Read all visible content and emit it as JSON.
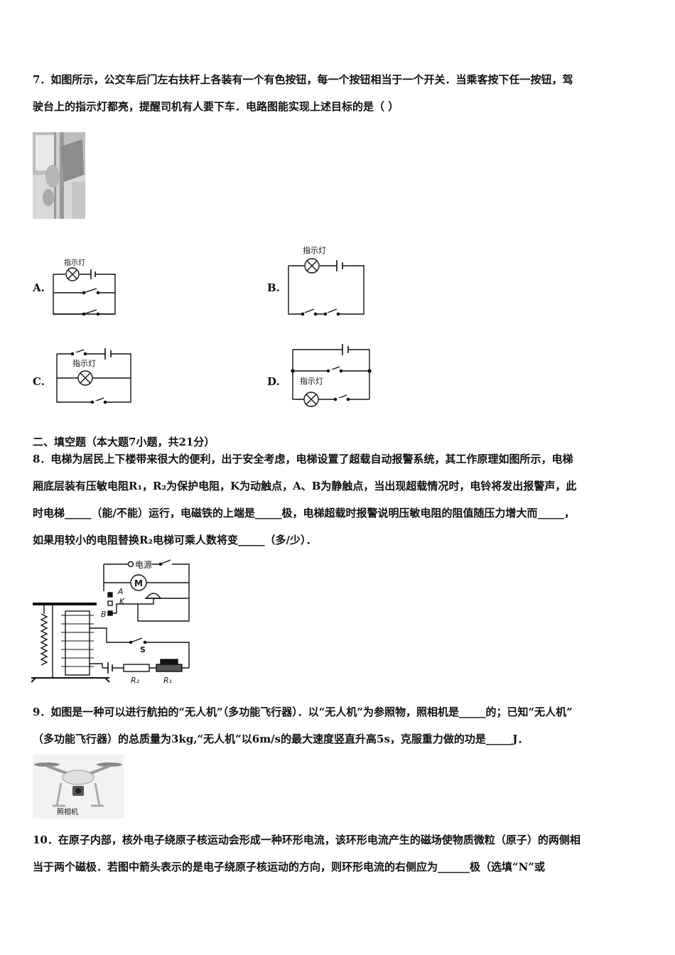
{
  "q7": {
    "line1": "7．如图所示，公交车后门左右扶杆上各装有一个有色按钮，每一个按钮相当于一个开关．当乘客按下任一按钮，驾",
    "line2": "驶台上的指示灯都亮，提醒司机有人要下车．电路图能实现上述目标的是（  ）",
    "options": [
      "A.",
      "B.",
      "C.",
      "D."
    ],
    "lamp_label": "指示灯"
  },
  "section2": "二、填空题（本大题7小题，共21分）",
  "q8": {
    "line1": "8．电梯为居民上下楼带来很大的便利，出于安全考虑，电梯设置了超载自动报警系统，其工作原理如图所示，电梯",
    "line2": "厢底层装有压敏电阻R₁，R₂为保护电阻，K为动触点，A、B为静触点，当出现超载情况时，电铃将发出报警声，此",
    "line3": "时电梯_____（能/不能）运行，电磁铁的上端是_____极，电梯超载时报警说明压敏电阻的阻值随压力增大而_____，",
    "line4": "如果用较小的电阻替换R₂电梯可乘人数将变_____（多/少）．",
    "fig_labels": {
      "power": "电源",
      "motor": "M",
      "a": "A",
      "k": "K",
      "b": "B",
      "s": "S",
      "r2": "R₂",
      "r1": "R₁"
    }
  },
  "q9": {
    "line1": "9．如图是一种可以进行航拍的“无人机”（多功能飞行器）．以“无人机”为参照物，照相机是_____的；已知“无人机”",
    "line2": "（多功能飞行器）的总质量为3kg,“无人机”以6m/s的最大速度竖直升高5s，克服重力做的功是_____J．",
    "camera_label": "照相机"
  },
  "q10": {
    "line1": "10．在原子内部，核外电子绕原子核运动会形成一种环形电流，该环形电流产生的磁场使物质微粒（原子）的两侧相",
    "line2": "当于两个磁极．若图中箭头表示的是电子绕原子核运动的方向，则环形电流的右侧应为______极（选填“N”或"
  }
}
